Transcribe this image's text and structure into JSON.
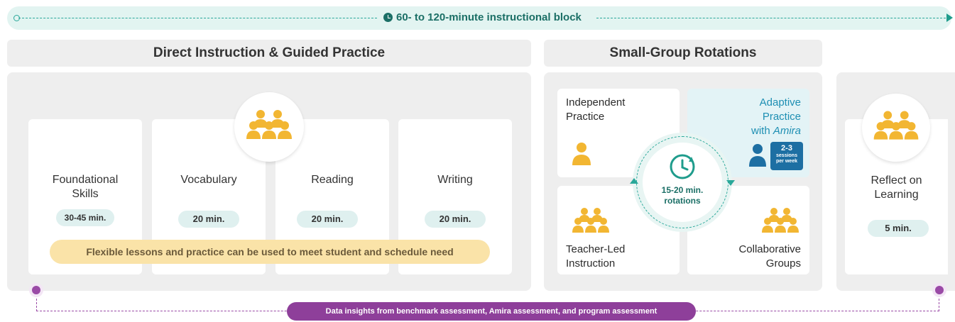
{
  "timeline": {
    "label": "60- to 120-minute instructional block"
  },
  "sections": {
    "direct_title": "Direct Instruction & Guided Practice",
    "small_group_title": "Small-Group Rotations"
  },
  "direct_cards": [
    {
      "title_line1": "Foundational",
      "title_line2": "Skills",
      "time": "30-45 min."
    },
    {
      "title_line1": "Vocabulary",
      "title_line2": "",
      "time": "20 min."
    },
    {
      "title_line1": "Reading",
      "title_line2": "",
      "time": "20 min."
    },
    {
      "title_line1": "Writing",
      "title_line2": "",
      "time": "20 min."
    }
  ],
  "flex_banner": "Flexible lessons and practice can be used to meet student and schedule need",
  "small_group": {
    "independent_line1": "Independent",
    "independent_line2": "Practice",
    "adaptive_line1": "Adaptive",
    "adaptive_line2": "Practice",
    "adaptive_line3_prefix": "with ",
    "adaptive_line3_em": "Amira",
    "sessions_big": "2-3",
    "sessions_small1": "sessions",
    "sessions_small2": "per week",
    "rotation_line1": "15-20 min.",
    "rotation_line2": "rotations",
    "teacher_line1": "Teacher-Led",
    "teacher_line2": "Instruction",
    "collab_line1": "Collaborative",
    "collab_line2": "Groups"
  },
  "reflect": {
    "title_line1": "Reflect on",
    "title_line2": "Learning",
    "time": "5 min."
  },
  "data_bar": "Data insights from benchmark assessment, Amira assessment, and program assessment",
  "colors": {
    "teal": "#2aa89a",
    "gold": "#f2b632",
    "blue": "#1d6fa3",
    "purple": "#8e3f9a",
    "yellow_banner": "#fae3a8"
  },
  "icons": [
    "clock-icon",
    "group-icon",
    "person-icon",
    "rotation-clock-icon"
  ]
}
